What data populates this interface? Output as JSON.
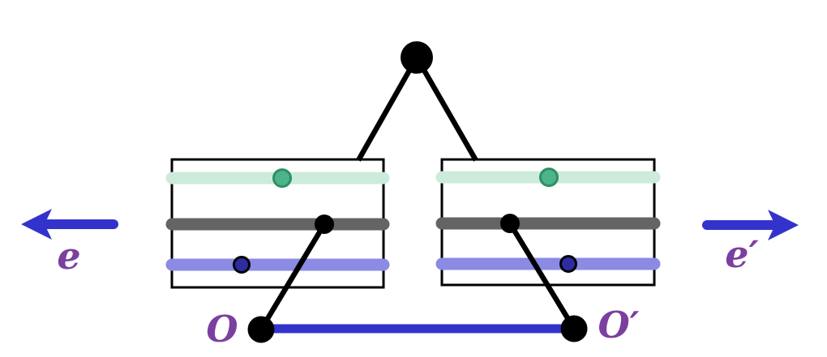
{
  "labels": {
    "left_arrow": "e",
    "right_arrow": "e′",
    "left_origin": "O",
    "right_origin": "O′"
  },
  "colors": {
    "background": "#ffffff",
    "accent_blue": "#3333cc",
    "label_purple": "#7b3fa0",
    "mint_bar": "#cdebdb",
    "gray_bar": "#646464",
    "lavender_bar": "#8b8be4",
    "green_dot_fill": "#4db388",
    "green_dot_stroke": "#2f8f63",
    "navy_dot_fill": "#2d2da0",
    "line_black": "#000000"
  }
}
